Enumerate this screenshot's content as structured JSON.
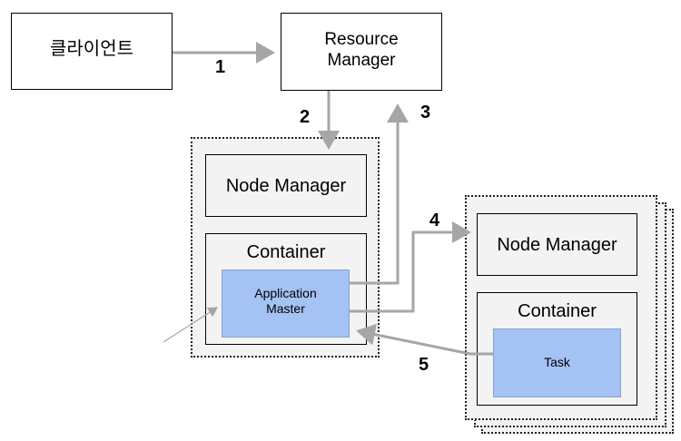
{
  "nodes": {
    "client": "클라이언트",
    "resource_manager": "Resource\nManager",
    "node_manager_1": "Node Manager",
    "container_1": "Container",
    "application_master": "Application\nMaster",
    "node_manager_2": "Node Manager",
    "container_2": "Container",
    "task": "Task"
  },
  "steps": [
    "1",
    "2",
    "3",
    "4",
    "5"
  ],
  "colors": {
    "arrow": "#a6a6a6",
    "app_master_fill": "#a4c2f4",
    "node_fill": "#f3f3f3"
  }
}
